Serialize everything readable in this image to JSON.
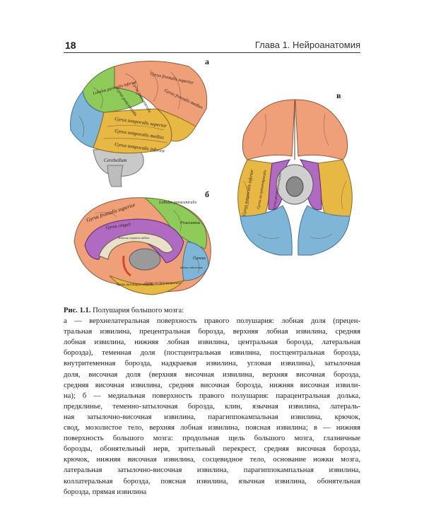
{
  "header": {
    "page_number": "18",
    "running_head": "Глава 1. Нейроанатомия"
  },
  "figure": {
    "panel_a": {
      "letter": "а",
      "labels": [
        "Gyrus frontalis superior",
        "Gyrus frontalis medius",
        "Gyrus praecentralis",
        "Lobulus parietalis inferior",
        "Gyrus postcentralis",
        "Gyrus temporalis superior",
        "Gyrus temporalis medius",
        "Gyrus temporalis inferior",
        "Cerebellum"
      ]
    },
    "panel_b": {
      "letter": "б",
      "labels": [
        "Gyrus frontalis superior",
        "Lobulus paracentralis",
        "Gyrus cinguli",
        "Praecuneus",
        "Truncus corporis callosi",
        "Cuneus",
        "Sulcus calcarinus",
        "Gyrus occipitotemporalis",
        "Gyrus parahippocampalis"
      ]
    },
    "panel_v": {
      "letter": "в",
      "labels": [
        "Gyrus temporalis inferior",
        "Gyrus occipitotemporalis",
        "Gyrus parahippocampalis"
      ]
    }
  },
  "caption": {
    "title": "Рис. 1.1.",
    "title_rest": " Полушария большого мозга:",
    "lines": [
      "а — верхнелатеральная поверхность правого полушария: лобная доля (прецен-",
      "тральная извилина, прецентральная борозда, верхняя лобная извилина, средняя",
      "лобная извилина, нижняя лобная извилина, центральная борозда, латеральная",
      "борозда), теменная доля (постцентральная извилина, постцентральная борозда,",
      "внутритеменная борозда, надкраевая извилина, угловая извилина), затылочная",
      "доля, височная доля (верхняя височная извилина, верхняя височная борозда,",
      "средняя височная извилина, средняя височная борозда, нижняя височная извили-",
      "на); б — медиальная поверхность правого полушария: парацентральная долька,",
      "предклинье, теменно-затылочная борозда, клин, язычная извилина, латераль-",
      "ная затылочно-височная извилина, парагиппокампальная извилина, крючок,",
      "свод, мозолистое тело, верхняя лобная извилина, поясная извилина; в — нижняя",
      "поверхность большого мозга: продольная щель большого мозга, глазничные",
      "борозды, обонятельный нерв, зрительный перекрест, средняя височная борозда,",
      "крючок, нижняя височная извилина, сосцевидное тело, основание ножки мозга,",
      "латеральная затылочно-височная извилина, парагиппокампальная извилина,",
      "коллатеральная борозда, поясная извилина, язычная извилина, обонятельная",
      "борозда, прямая извилина"
    ]
  },
  "colors": {
    "frontal": "#f0a078",
    "parietal": "#8ecb5a",
    "temporal": "#e8b845",
    "occipital": "#7fb6d8",
    "limbic": "#b06ac2",
    "cerebellum": "#c9c9c9"
  }
}
